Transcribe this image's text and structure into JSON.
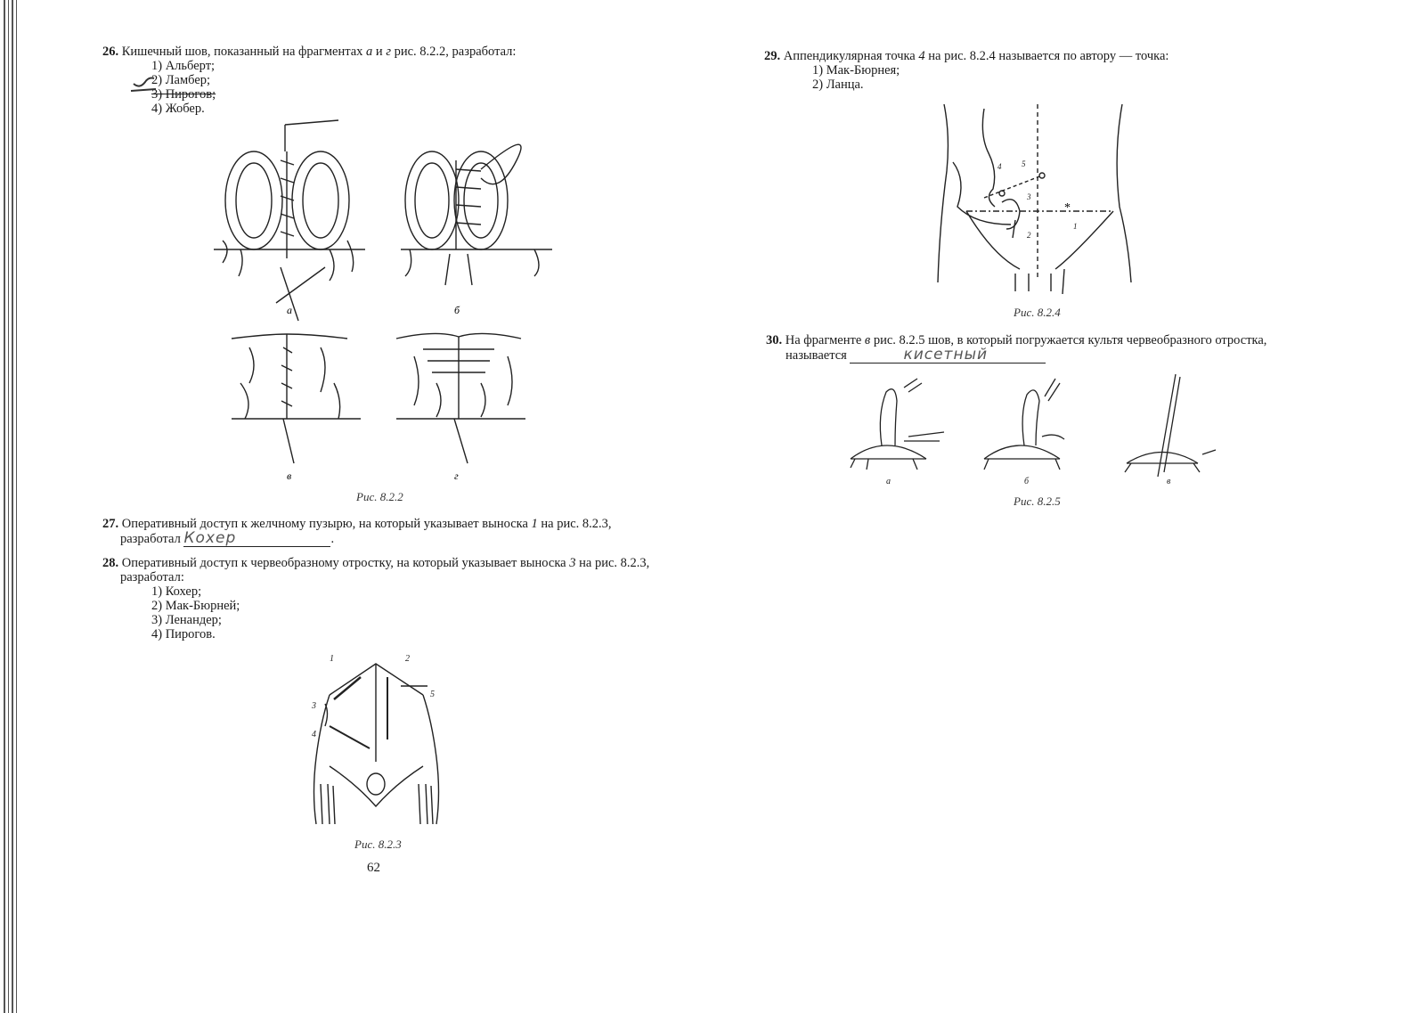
{
  "q26": {
    "num": "26.",
    "text": "Кишечный шов, показанный на фрагментах ",
    "italic_a": "а",
    "mid": " и ",
    "italic_g": "г",
    "tail": " рис. 8.2.2, разработал:",
    "options": [
      "1) Альберт;",
      "2) Ламбер;",
      "3) Пирогов;",
      "4) Жобер."
    ]
  },
  "fig_8_2_2": {
    "caption": "Рис. 8.2.2",
    "labels": [
      "а",
      "б",
      "в",
      "г"
    ]
  },
  "q27": {
    "num": "27.",
    "text": "Оперативный доступ к желчному пузырю, на который указывает выноска ",
    "ref": "1",
    "tail": " на рис. 8.2.3,",
    "line2": "разработал",
    "handwritten": "Кохер"
  },
  "q28": {
    "num": "28.",
    "text": "Оперативный доступ к червеобразному отростку, на который указывает выноска ",
    "ref": "3",
    "tail": " на рис. 8.2.3,",
    "line2": "разработал:",
    "options": [
      "1) Кохер;",
      "2) Мак-Бюрней;",
      "3) Ленандер;",
      "4) Пирогов."
    ]
  },
  "fig_8_2_3": {
    "caption": "Рис. 8.2.3",
    "callouts": [
      "1",
      "2",
      "3",
      "4",
      "5"
    ]
  },
  "page_number": "62",
  "q29": {
    "num": "29.",
    "text": "Аппендикулярная точка ",
    "ref": "4",
    "tail": " на рис. 8.2.4 называется по автору — точка:",
    "options": [
      "1) Мак-Бюрнея;",
      "2) Ланца."
    ]
  },
  "fig_8_2_4": {
    "caption": "Рис. 8.2.4",
    "callouts": [
      "1",
      "2",
      "3",
      "4",
      "5"
    ]
  },
  "q30": {
    "num": "30.",
    "text": "На фрагменте ",
    "ref": "в",
    "tail": " рис. 8.2.5 шов, в который погружается культя червеобразного отростка,",
    "line2": "называется",
    "handwritten": "кисетный"
  },
  "fig_8_2_5": {
    "caption": "Рис. 8.2.5",
    "labels": [
      "а",
      "б",
      "в"
    ]
  }
}
